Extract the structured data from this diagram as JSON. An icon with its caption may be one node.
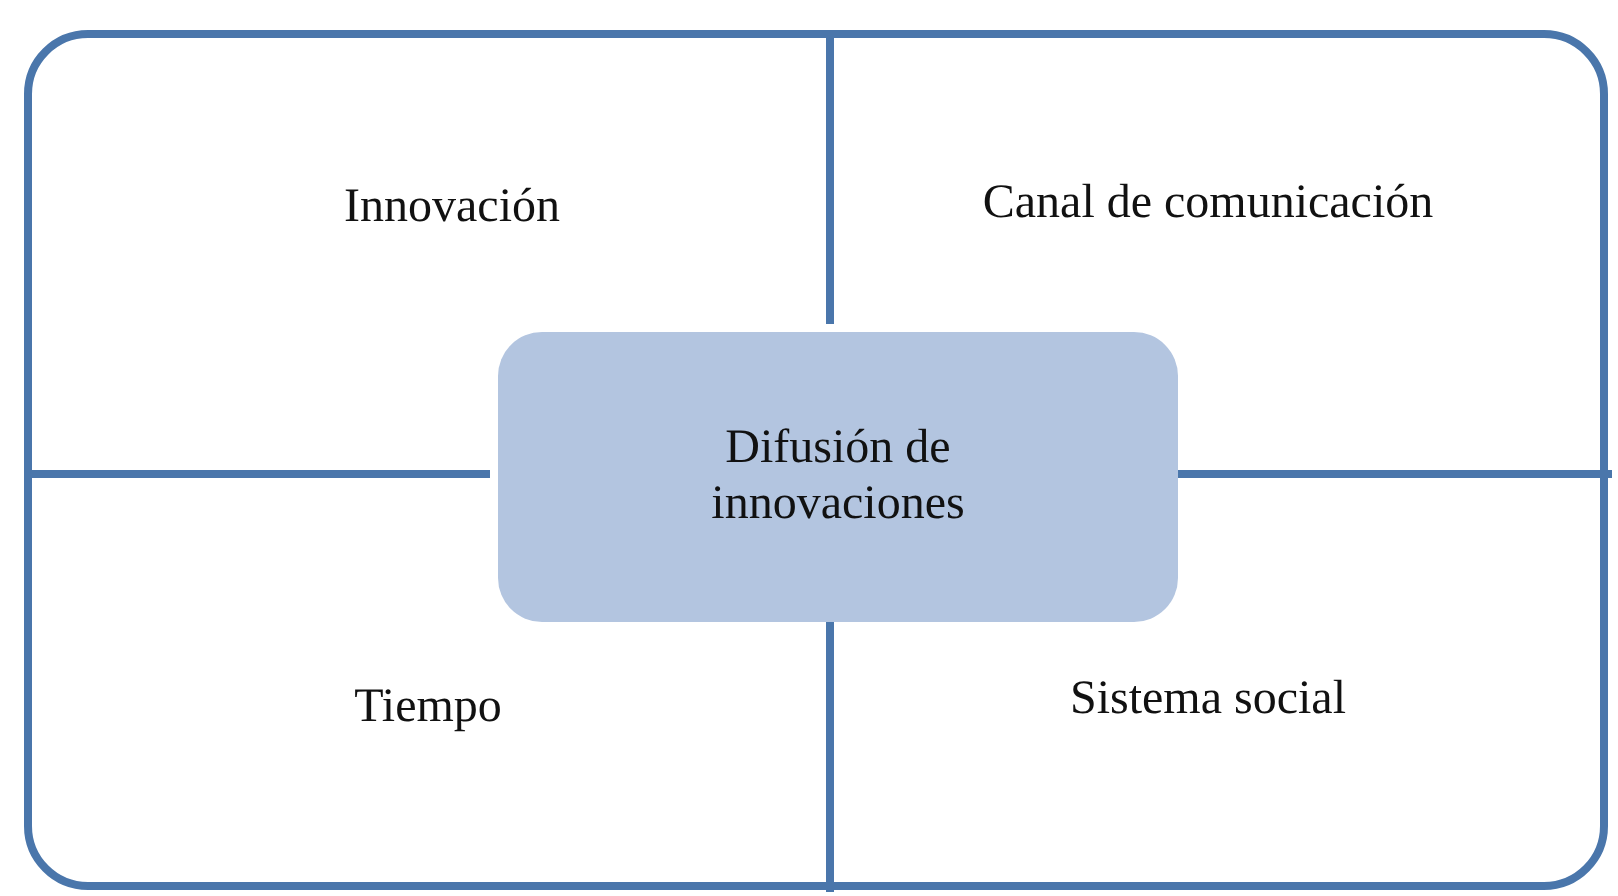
{
  "diagram": {
    "nodes": [
      {
        "text": [
          "Innovación",
          "Canal de comunicación",
          "Tiempo",
          "Sistema social"
        ]
      },
      {
        "text": [
          "Difusión de innovaciones"
        ],
        "in": 0
      }
    ]
  }
}
